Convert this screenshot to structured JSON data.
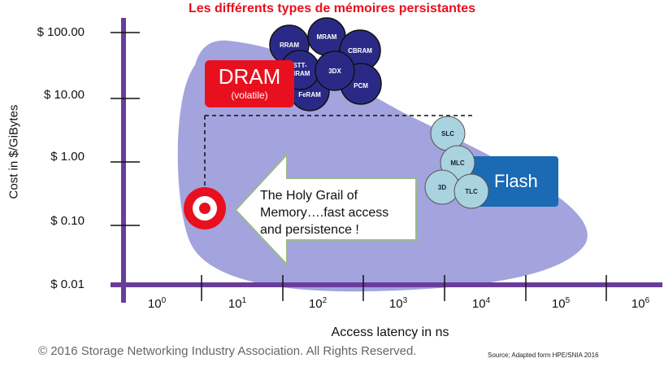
{
  "title": "Les différents types de mémoires persistantes",
  "y_axis_label": "Cost in $/GiBytes",
  "y_ticks": [
    "$ 100.00",
    "$ 10.00",
    "$ 1.00",
    "$ 0.10",
    "$ 0.01"
  ],
  "x_ticks": [
    {
      "base": "10",
      "exp": "0"
    },
    {
      "base": "10",
      "exp": "1"
    },
    {
      "base": "10",
      "exp": "2"
    },
    {
      "base": "10",
      "exp": "3"
    },
    {
      "base": "10",
      "exp": "4"
    },
    {
      "base": "10",
      "exp": "5"
    },
    {
      "base": "10",
      "exp": "6"
    }
  ],
  "x_axis_label": "Access latency in ns",
  "dram": {
    "label": "DRAM",
    "sublabel": "(volatile)"
  },
  "flash": {
    "label": "Flash"
  },
  "emerging_memories": [
    "RRAM",
    "MRAM",
    "CBRAM",
    "STT-MRAM",
    "3DX",
    "PCM",
    "FeRAM"
  ],
  "flash_types": [
    "SLC",
    "MLC",
    "3D",
    "TLC"
  ],
  "holy_grail": {
    "line1": "The Holy Grail of",
    "line2": "Memory….fast access",
    "line3": "and persistence !"
  },
  "copyright": "© 2016 Storage Networking Industry Association. All Rights Reserved.",
  "source": "Source; Adapted form HPE/SNIA 2016",
  "colors": {
    "title": "#e8101e",
    "axis": "#6a3d9a",
    "region": "#a3a3dd",
    "dram": "#e8101e",
    "flash": "#1a6ab4",
    "emerging": "#2a2a86",
    "flash_types": "#a9d3de",
    "target": "#e8101e"
  }
}
